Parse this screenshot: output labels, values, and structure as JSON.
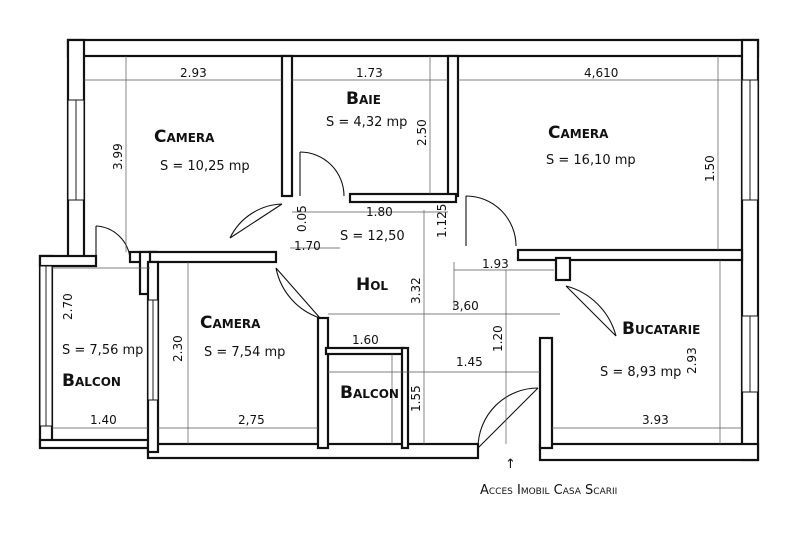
{
  "rooms": {
    "camera1": {
      "name": "Camera",
      "area": "S = 10,25 mp"
    },
    "baie": {
      "name": "Baie",
      "area": "S = 4,32 mp"
    },
    "camera3": {
      "name": "Camera",
      "area": "S = 16,10 mp"
    },
    "hol": {
      "name": "Hol",
      "area": "S = 12,50"
    },
    "camera2": {
      "name": "Camera",
      "area": "S = 7,54 mp"
    },
    "balcon1": {
      "name": "Balcon",
      "area": "S = 7,56 mp"
    },
    "balcon2": {
      "name": "Balcon"
    },
    "bucatarie": {
      "name": "Bucatarie",
      "area": "S = 8,93 mp"
    }
  },
  "dimensions": {
    "d1": "2.93",
    "d2": "3.99",
    "d3": "1.73",
    "d4": "2.50",
    "d5": "4,610",
    "d6": "1.50",
    "d7": "0.05",
    "d8": "1.80",
    "d9": "1.125",
    "d10": "1.70",
    "d11": "3.32",
    "d12": "1.93",
    "d13": "3,60",
    "d14": "1.20",
    "d15": "2.93",
    "d16": "2.70",
    "d17": "2.30",
    "d18": "1.60",
    "d19": "1.45",
    "d20": "1.55",
    "d21": "1.40",
    "d22": "2,75",
    "d23": "3.93"
  },
  "access": {
    "arrow": "↑",
    "label": "Acces Imobil Casa Scarii"
  }
}
